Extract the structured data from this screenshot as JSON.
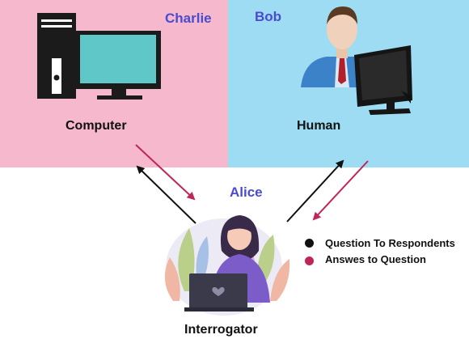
{
  "colors": {
    "left_panel": "#f5b8cc",
    "right_panel": "#9edcf3",
    "name_text": "#4b4bd0",
    "question_arrow": "#111111",
    "answer_arrow": "#c0255a"
  },
  "roles": {
    "charlie": "Charlie",
    "bob": "Bob",
    "alice": "Alice"
  },
  "labels": {
    "computer": "Computer",
    "human": "Human",
    "interrogator": "Interrogator"
  },
  "legend": [
    {
      "label": "Question To Respondents",
      "color": "#111111"
    },
    {
      "label": "Answes to Question",
      "color": "#c0255a"
    }
  ],
  "icons": {
    "computer": "desktop-computer-icon",
    "human": "man-at-computer-icon",
    "interrogator": "woman-with-laptop-icon"
  }
}
